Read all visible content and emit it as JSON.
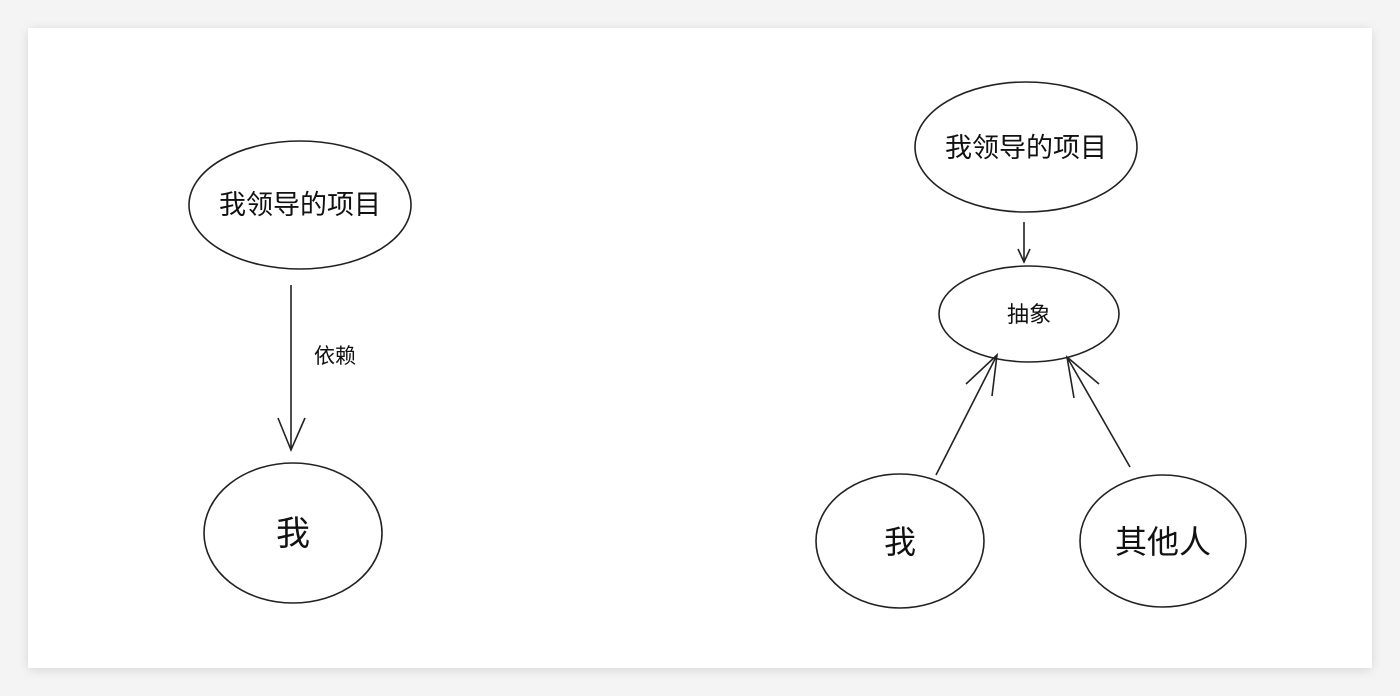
{
  "left_diagram": {
    "top_node": "我领导的项目",
    "edge_label": "依赖",
    "bottom_node": "我"
  },
  "right_diagram": {
    "top_node": "我领导的项目",
    "abstraction_node": "抽象",
    "bottom_left_node": "我",
    "bottom_right_node": "其他人"
  }
}
